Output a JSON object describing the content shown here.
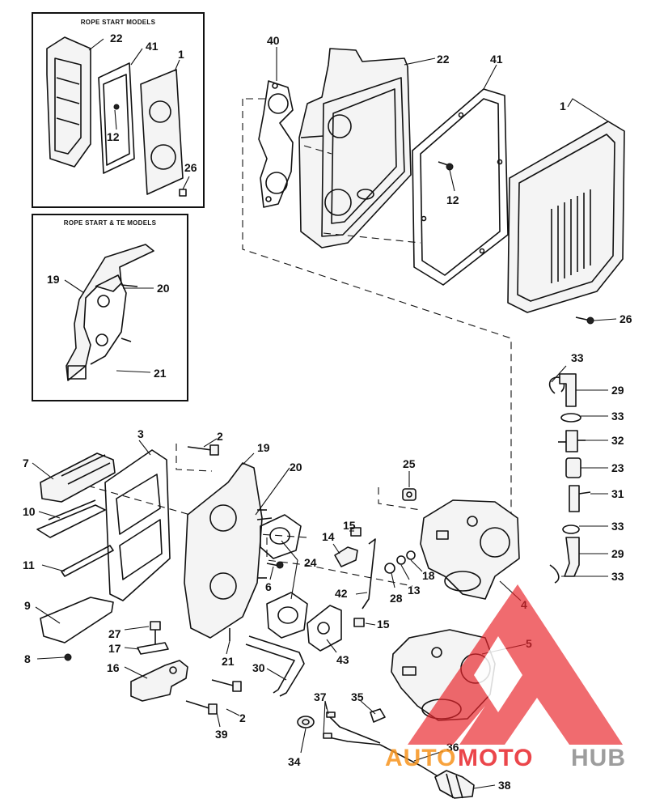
{
  "insets": {
    "rope_start": {
      "title": "ROPE START MODELS",
      "labels": [
        "22",
        "41",
        "1",
        "12",
        "26"
      ]
    },
    "rope_start_te": {
      "title": "ROPE START & TE MODELS",
      "labels": [
        "19",
        "20",
        "21"
      ]
    }
  },
  "callouts": {
    "c40": "40",
    "c22": "22",
    "c41": "41",
    "c1": "1",
    "c12": "12",
    "c26": "26",
    "c33a": "33",
    "c29a": "29",
    "c33b": "33",
    "c32": "32",
    "c23": "23",
    "c31": "31",
    "c33c": "33",
    "c29b": "29",
    "c33d": "33",
    "c3": "3",
    "c2a": "2",
    "c19": "19",
    "c20": "20",
    "c7": "7",
    "c25": "25",
    "c10": "10",
    "c14": "14",
    "c15a": "15",
    "c24": "24",
    "c18": "18",
    "c6": "6",
    "c11": "11",
    "c42": "42",
    "c28": "28",
    "c13": "13",
    "c4": "4",
    "c9": "9",
    "c15b": "15",
    "c27": "27",
    "c5": "5",
    "c17": "17",
    "c21": "21",
    "c43": "43",
    "c8": "8",
    "c16": "16",
    "c30": "30",
    "c2b": "2",
    "c37": "37",
    "c35": "35",
    "c39": "39",
    "c36": "36",
    "c34": "34",
    "c38": "38"
  },
  "watermark": {
    "part1": "AUTO",
    "part2": "MOTO",
    "part3": "HUB",
    "colors": {
      "logo": "#e8262c",
      "auto": "#f7941d",
      "moto": "#e8262c",
      "hub": "#8c8c8c"
    }
  }
}
